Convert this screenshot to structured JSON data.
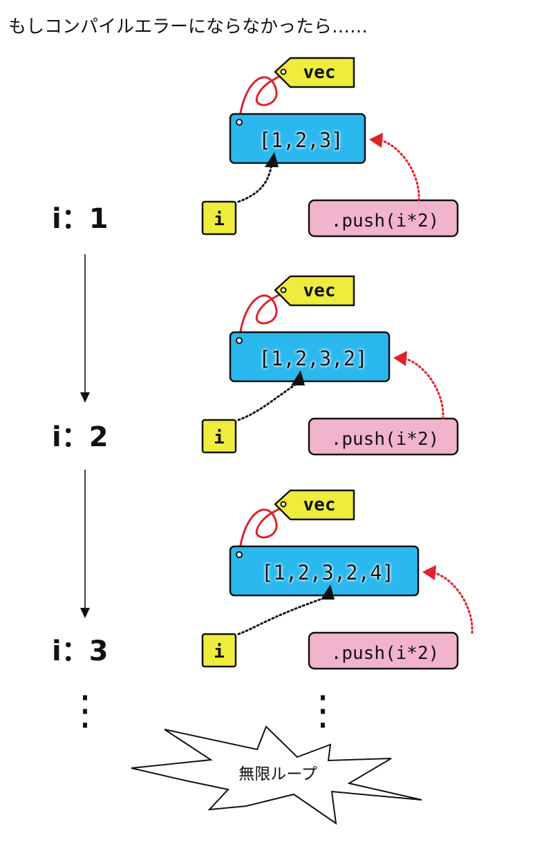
{
  "title": "もしコンパイルエラーにならなかったら……",
  "variable_tag": "vec",
  "index_box": "i",
  "push_label": ".push(i*2)",
  "steps": [
    {
      "label": "i：1",
      "vector": "[1,2,3]"
    },
    {
      "label": "i：2",
      "vector": "[1,2,3,2]"
    },
    {
      "label": "i：3",
      "vector": "[1,2,3,2,4]"
    }
  ],
  "ellipsis": "⋮",
  "result_label": "無限ループ",
  "colors": {
    "vector_fill": "#2ab8ee",
    "tag_fill": "#eeec3c",
    "index_fill": "#eeec3c",
    "push_fill": "#f2b3cd",
    "string_red": "#e0202a",
    "arrow_red": "#e0202a",
    "arrow_black": "#111111"
  }
}
